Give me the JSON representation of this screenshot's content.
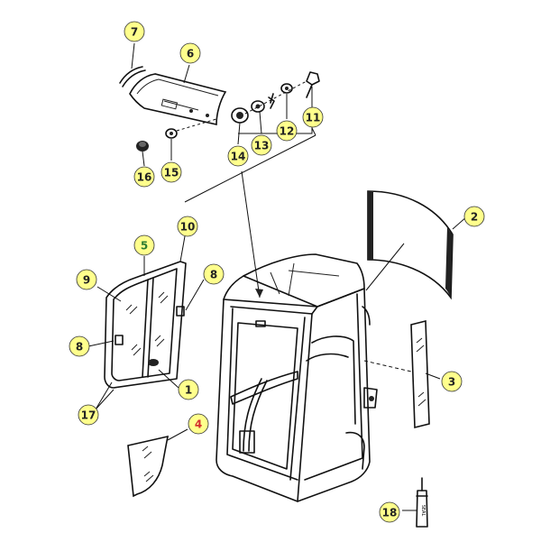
{
  "colors": {
    "callout_fill": "#ffff8c",
    "callout_text": "#222222",
    "callout_text_green": "#2e7d32",
    "callout_text_red": "#d32f2f",
    "line": "#111111"
  },
  "callouts": [
    {
      "id": "c7",
      "label": "7",
      "color": "default"
    },
    {
      "id": "c6",
      "label": "6",
      "color": "default"
    },
    {
      "id": "c16",
      "label": "16",
      "color": "default"
    },
    {
      "id": "c15",
      "label": "15",
      "color": "default"
    },
    {
      "id": "c14",
      "label": "14",
      "color": "default"
    },
    {
      "id": "c13",
      "label": "13",
      "color": "default"
    },
    {
      "id": "c12",
      "label": "12",
      "color": "default"
    },
    {
      "id": "c11",
      "label": "11",
      "color": "default"
    },
    {
      "id": "c2",
      "label": "2",
      "color": "default"
    },
    {
      "id": "c10",
      "label": "10",
      "color": "default"
    },
    {
      "id": "c5",
      "label": "5",
      "color": "green"
    },
    {
      "id": "c9",
      "label": "9",
      "color": "default"
    },
    {
      "id": "c8a",
      "label": "8",
      "color": "default"
    },
    {
      "id": "c8b",
      "label": "8",
      "color": "default"
    },
    {
      "id": "c1",
      "label": "1",
      "color": "default"
    },
    {
      "id": "c17",
      "label": "17",
      "color": "default"
    },
    {
      "id": "c3",
      "label": "3",
      "color": "default"
    },
    {
      "id": "c4",
      "label": "4",
      "color": "red"
    },
    {
      "id": "c18",
      "label": "18",
      "color": "default"
    }
  ],
  "tube_label": "SEAL"
}
